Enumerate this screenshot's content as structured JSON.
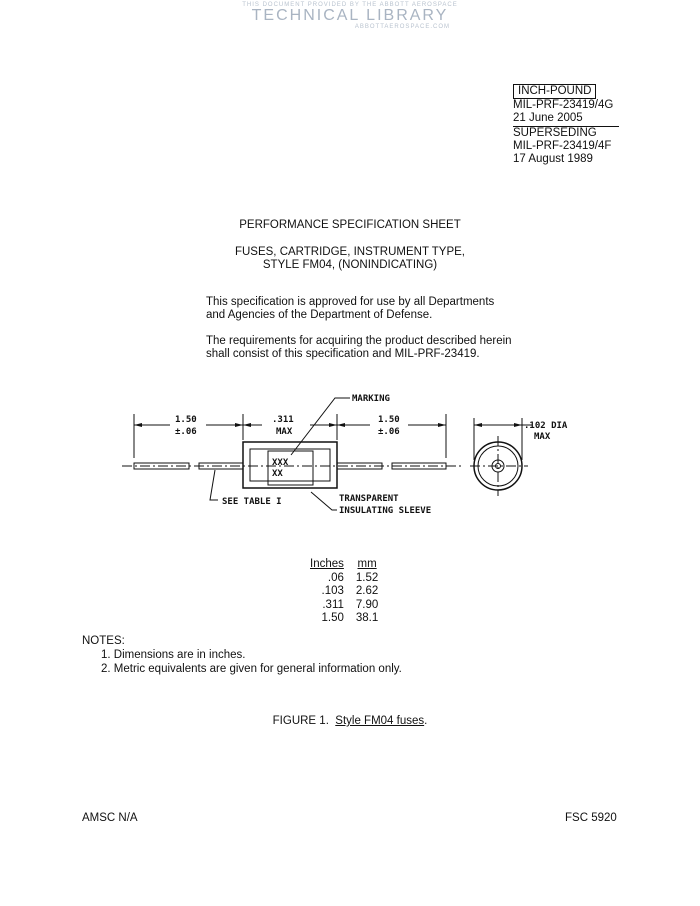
{
  "watermark": {
    "line1": "THIS DOCUMENT PROVIDED BY THE ABBOTT AEROSPACE",
    "line2": "TECHNICAL LIBRARY",
    "line3": "ABBOTTAEROSPACE.COM"
  },
  "header": {
    "inch_pound": "INCH-POUND",
    "doc_id": "MIL-PRF-23419/4G",
    "date": "21 June 2005",
    "superseding": "SUPERSEDING",
    "old_doc_id": "MIL-PRF-23419/4F",
    "old_date": "17 August 1989"
  },
  "title": {
    "line1": "PERFORMANCE SPECIFICATION SHEET",
    "line2": "FUSES, CARTRIDGE, INSTRUMENT TYPE,",
    "line3": "STYLE FM04, (NONINDICATING)"
  },
  "approval": {
    "p1_l1": "This specification is approved for use by all Departments",
    "p1_l2": "and Agencies of the Department of Defense.",
    "p2_l1": "The requirements for acquiring the product described herein",
    "p2_l2": "shall consist of this specification and MIL-PRF-23419."
  },
  "drawing": {
    "marking": "MARKING",
    "dim_left_1": "1.50",
    "dim_left_2": "±.06",
    "dim_mid_1": ".311",
    "dim_mid_2": "MAX",
    "dim_right_1": "1.50",
    "dim_right_2": "±.06",
    "dia_1": ".102 DIA",
    "dia_2": "MAX",
    "mark_1": "XXX",
    "mark_2": "XX",
    "see_table": "SEE TABLE I",
    "sleeve_1": "TRANSPARENT",
    "sleeve_2": "INSULATING SLEEVE"
  },
  "conversion": {
    "headers": [
      "Inches",
      "mm"
    ],
    "rows": [
      [
        ".06",
        "1.52"
      ],
      [
        ".103",
        "2.62"
      ],
      [
        ".311",
        "7.90"
      ],
      [
        "1.50",
        "38.1"
      ]
    ]
  },
  "notes": {
    "heading": "NOTES:",
    "items": [
      "1.  Dimensions are in inches.",
      "2.  Metric equivalents are given for general information only."
    ]
  },
  "figure": {
    "label": "FIGURE 1.",
    "caption": "Style FM04 fuses",
    "period": "."
  },
  "footer": {
    "amsc": "AMSC N/A",
    "fsc": "FSC 5920"
  }
}
